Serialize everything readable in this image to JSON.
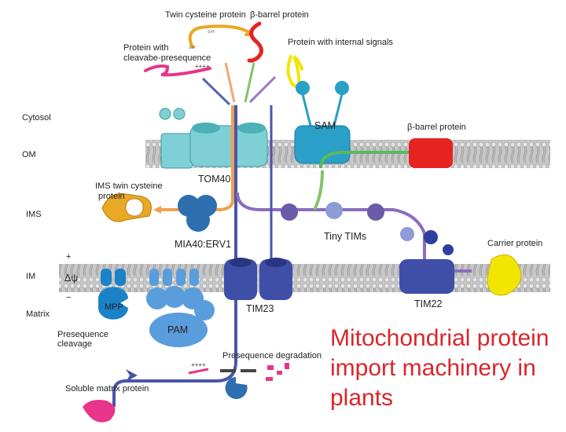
{
  "compartments": {
    "cytosol": "Cytosol",
    "om": "OM",
    "ims": "IMS",
    "im": "IM",
    "matrix": "Matrix"
  },
  "precursors": {
    "twin_cysteine": "Twin cysteine protein",
    "beta_barrel": "β-barrel protein",
    "internal_signals": "Protein with internal signals",
    "cleavable_line1": "Protein with",
    "cleavable_line2": "cleavabe-presequence",
    "charge": "++++",
    "sh1": "S-H",
    "sh2": "S-H"
  },
  "complexes": {
    "tom40": "TOM40",
    "sam": "SAM",
    "om_beta_barrel": "β-barrel protein",
    "ims_twin_line1": "IMS twin cysteine",
    "ims_twin_line2": "protein",
    "mia40": "MIA40:ERV1",
    "tiny_tims": "Tiny TIMs",
    "carrier": "Carrier protein",
    "tim23": "TIM23",
    "tim22": "TIM22",
    "mpp": "MPP",
    "pam": "PAM",
    "delta_psi": "Δψ",
    "plus": "+",
    "minus": "−"
  },
  "matrix_events": {
    "cleavage_line1": "Presequence",
    "cleavage_line2": "cleavage",
    "degradation": "Presequence degradation",
    "soluble": "Soluble matrix protein",
    "charge": "++++"
  },
  "title": [
    "Mitochondrial protein",
    "import machinery in",
    "plants"
  ],
  "colors": {
    "title": "#d9262c",
    "membrane": "#bdbdbd",
    "tom": "#7fd0d6",
    "sam": "#2a9fc7",
    "tim": "#3f4fa8",
    "beta_barrel": "#e52421",
    "twin_cys": "#e9a825",
    "internal": "#f2e600",
    "presequence": "#e8348a",
    "tiny_tims": "#6b5aa8"
  }
}
